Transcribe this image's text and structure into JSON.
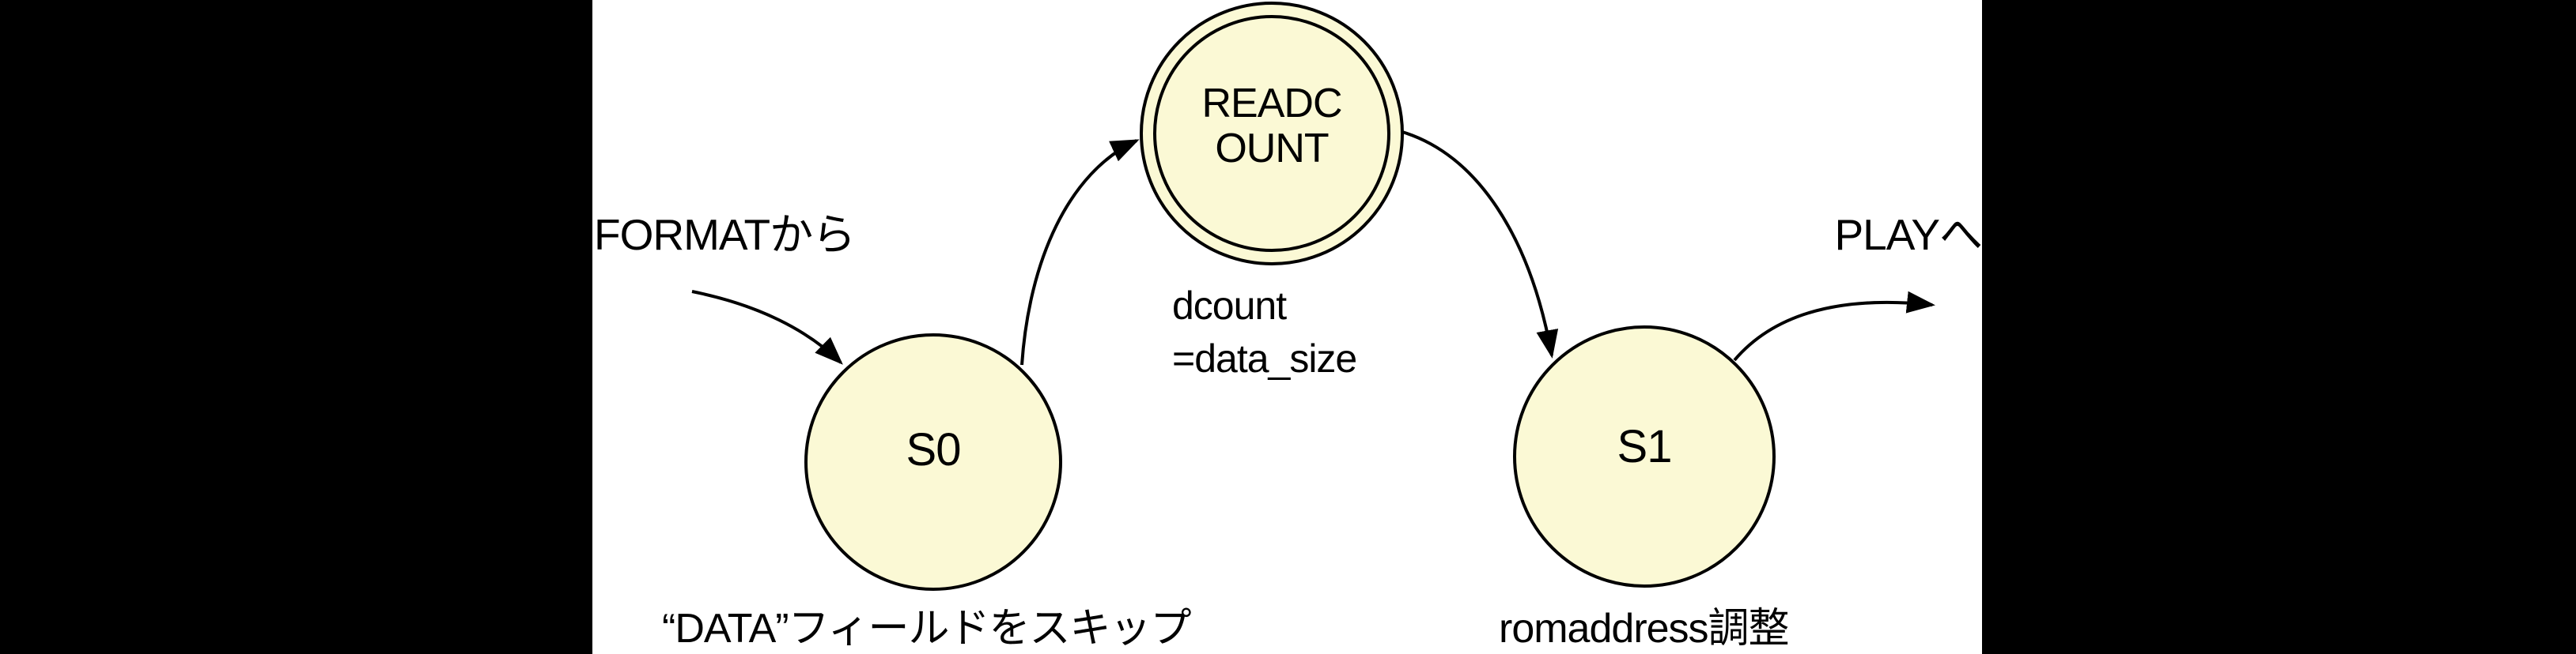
{
  "colors": {
    "letterbox": "#000000",
    "canvas": "#FFFFFF",
    "state_fill": "#FBF9D5",
    "stroke": "#000000",
    "text": "#000000"
  },
  "diagram": {
    "type": "state-machine",
    "entry_label": "FORMATから",
    "exit_label": "PLAYへ",
    "states": {
      "s0": {
        "label": "S0",
        "action": "“DATA”フィールドをスキップ"
      },
      "readcount": {
        "label_line1": "READC",
        "label_line2": "OUNT",
        "kind": "final-double-circle"
      },
      "s1": {
        "label": "S1",
        "action": "romaddress調整"
      }
    },
    "transitions": {
      "condition_line1": "dcount",
      "condition_line2": "=data_size"
    }
  }
}
